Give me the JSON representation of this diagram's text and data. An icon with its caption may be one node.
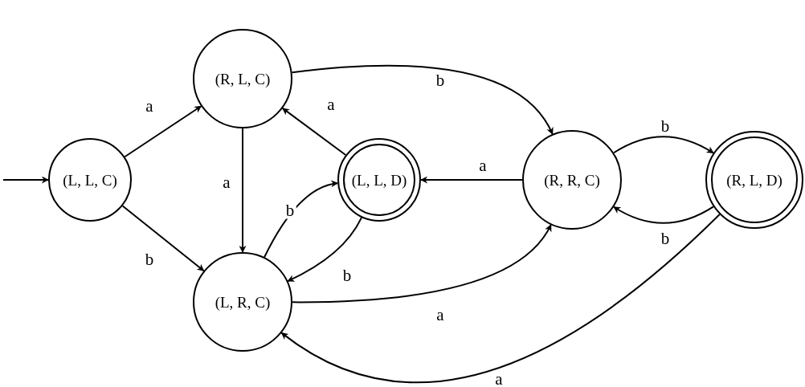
{
  "diagram": {
    "nodes": [
      {
        "text": [
          "(L, L, C)"
        ]
      },
      {
        "text": [
          "(R, L, C)"
        ]
      },
      {
        "text": [
          "(L, R, C)"
        ]
      },
      {
        "text": [
          "(L, L, D)"
        ]
      },
      {
        "text": [
          "(R, R, C)"
        ]
      },
      {
        "text": [
          "(R, L, D)"
        ]
      }
    ],
    "edges": [
      {
        "from": null,
        "to": 0,
        "arrow": "to"
      },
      {
        "from": 0,
        "to": 1,
        "arrow": "to",
        "label": "a"
      },
      {
        "from": 0,
        "to": 2,
        "arrow": "to",
        "label": "b"
      },
      {
        "from": 1,
        "to": 2,
        "arrow": "to",
        "label": "a"
      },
      {
        "from": 3,
        "to": 1,
        "arrow": "to",
        "label": "a"
      },
      {
        "from": 2,
        "to": 3,
        "arrow": "to",
        "label": "b"
      },
      {
        "from": 3,
        "to": 2,
        "arrow": "to",
        "label": "b"
      },
      {
        "from": 1,
        "to": 4,
        "arrow": "to",
        "label": "b"
      },
      {
        "from": 4,
        "to": 3,
        "arrow": "to",
        "label": "a"
      },
      {
        "from": 2,
        "to": 4,
        "arrow": "to",
        "label": "a"
      },
      {
        "from": 4,
        "to": 5,
        "arrow": "to",
        "label": "b"
      },
      {
        "from": 5,
        "to": 4,
        "arrow": "to",
        "label": "b"
      },
      {
        "from": 5,
        "to": 2,
        "arrow": "to",
        "label": "a"
      }
    ]
  }
}
